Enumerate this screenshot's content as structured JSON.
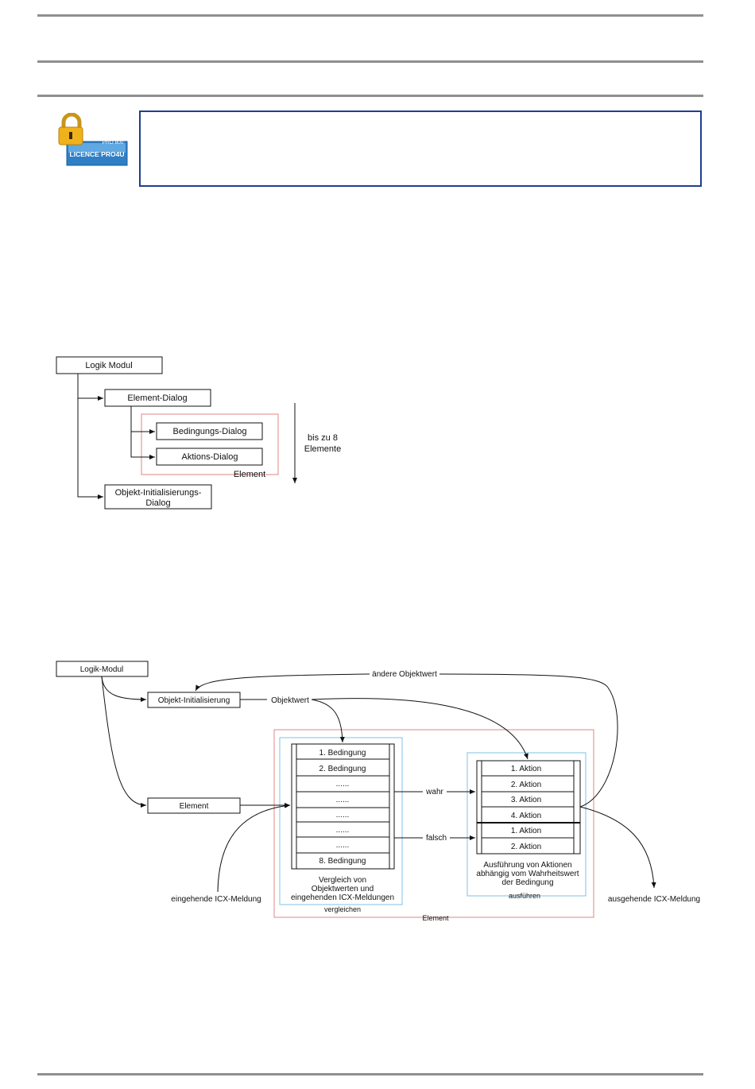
{
  "licence_badge": {
    "line1": "PRO 800",
    "line2": "LICENCE PRO4U"
  },
  "diagram1": {
    "logik_modul": "Logik Modul",
    "element_dialog": "Element-Dialog",
    "bedingungs_dialog": "Bedingungs-Dialog",
    "aktions_dialog": "Aktions-Dialog",
    "element_label": "Element",
    "count_line1": "bis zu 8",
    "count_line2": "Elemente",
    "objekt_init_line1": "Objekt-Initialisierungs-",
    "objekt_init_line2": "Dialog"
  },
  "diagram2": {
    "logik_modul": "Logik-Modul",
    "andere_objektwert": "ändere Objektwert",
    "objekt_init": "Objekt-Initialisierung",
    "objektwert": "Objektwert",
    "element": "Element",
    "conditions": [
      "1. Bedingung",
      "2. Bedingung",
      "......",
      "......",
      "......",
      "......",
      "......",
      "8. Bedingung"
    ],
    "actions": [
      "1. Aktion",
      "2. Aktion",
      "3. Aktion",
      "4. Aktion",
      "1. Aktion",
      "2. Aktion"
    ],
    "wahr": "wahr",
    "falsch": "falsch",
    "vergleich_line1": "Vergleich von",
    "vergleich_line2": "Objektwerten und",
    "vergleich_line3": "eingehenden ICX-Meldungen",
    "vergleichen": "vergleichen",
    "ausfuehrung_line1": "Ausführung von Aktionen",
    "ausfuehrung_line2": "abhängig vom Wahrheitswert",
    "ausfuehrung_line3": "der Bedingung",
    "ausfuehren": "ausführen",
    "element_outer": "Element",
    "eingehende": "eingehende ICX-Meldung",
    "ausgehende": "ausgehende ICX-Meldung"
  }
}
